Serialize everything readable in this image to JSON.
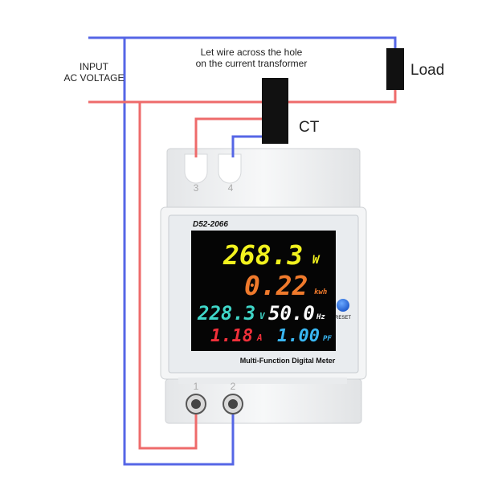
{
  "labels": {
    "input_line1": "INPUT",
    "input_line2": "AC VOLTAGE",
    "note_line1": "Let wire across the hole",
    "note_line2": "on the current transformer",
    "load": "Load",
    "ct": "CT",
    "terminal_3": "3",
    "terminal_4": "4",
    "terminal_1": "1",
    "terminal_2": "2"
  },
  "meter": {
    "model": "D52-2066",
    "footer": "Multi-Function Digital Meter",
    "reset_label": "RESET",
    "power_value": "268.3",
    "power_unit": "W",
    "energy_value": "0.22",
    "energy_unit": "kwh",
    "voltage_value": "228.3",
    "voltage_unit": "V",
    "frequency_value": "50.0",
    "frequency_unit": "Hz",
    "current_value": "1.18",
    "current_unit": "A",
    "pf_value": "1.00",
    "pf_unit": "PF"
  },
  "colors": {
    "neutral_wire": "#5566e6",
    "live_wire": "#ee6b6b",
    "power": "#f2f21e",
    "energy": "#f07a2c",
    "voltage": "#3fd6c8",
    "frequency": "#ffffff",
    "current": "#f0303a",
    "pf": "#39b6f2",
    "reset_button": "#1f6fe6"
  }
}
